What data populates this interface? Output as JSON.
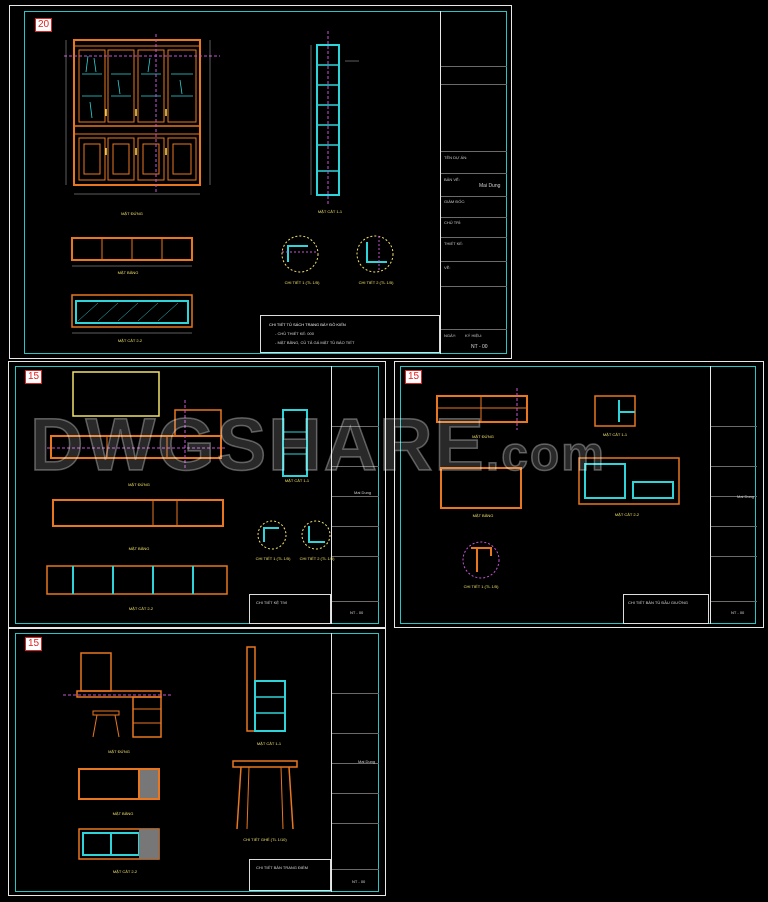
{
  "sheets": [
    {
      "number": "20",
      "title_rows": [
        "TÊN DỰ ÁN:",
        "BẢN VẼ:",
        "GIÁM ĐỐC:",
        "CHỦ TRÌ:",
        "THIẾT KẾ:",
        "VẼ:"
      ],
      "brand": "Mai Dung",
      "date_label": "NGÀY:",
      "scale_label": "KÝ HIỆU:",
      "code": "NT - 00",
      "captions": [
        "MẶT ĐỨNG",
        "MẶT BẰNG",
        "MẶT CẮT 2-2",
        "MẶT CẮT 1-1",
        "CHI TIẾT 1 (TL 1/5)",
        "CHI TIẾT 2 (TL 1/5)"
      ],
      "note_title": "CHI TIẾT TỦ SÁCH TRANG BÀY ĐỒ KIẾN",
      "note_lines": [
        "- CHỦ THIẾT KẾ: 000",
        "- MẶT BẰNG, CỦ TẢ GÁ MẶT TỦ BÁO TIẾT"
      ]
    },
    {
      "number": "15",
      "brand": "Mai Dung",
      "code": "NT - 00",
      "captions": [
        "MẶT ĐỨNG",
        "MẶT CẮT 1-1",
        "MẶT BẰNG",
        "MẶT CẮT 2-2",
        "CHI TIẾT 1 (TL 1/5)",
        "CHI TIẾT 2 (TL 1/5)"
      ],
      "note_title": "CHI TIẾT KỆ TIVI"
    },
    {
      "number": "15",
      "brand": "Mai Dung",
      "code": "NT - 00",
      "captions": [
        "MẶT ĐỨNG",
        "MẶT CẮT 1-1",
        "MẶT BẰNG",
        "MẶT CẮT 2-2",
        "CHI TIẾT 1 (TL 1/5)"
      ],
      "note_title": "CHI TIẾT BÀN TỦ ĐẦU GIƯỜNG"
    },
    {
      "number": "15",
      "brand": "Mai Dung",
      "code": "NT - 00",
      "captions": [
        "MẶT ĐỨNG",
        "MẶT CẮT 1-1",
        "MẶT BẰNG",
        "MẶT CẮT 2-2",
        "CHI TIẾT GHẾ (TL 1/10)"
      ],
      "note_title": "CHI TIẾT BÀN TRANG ĐIỂM"
    }
  ],
  "watermark": {
    "main": "DWGSHARE",
    "suffix": ".com"
  },
  "colors": {
    "frame": "#e8e8e8",
    "border": "#29c4c4",
    "wood": "#e8771f",
    "section": "#2fd4d8",
    "dim": "#c853d8",
    "label": "#f3e36a"
  }
}
